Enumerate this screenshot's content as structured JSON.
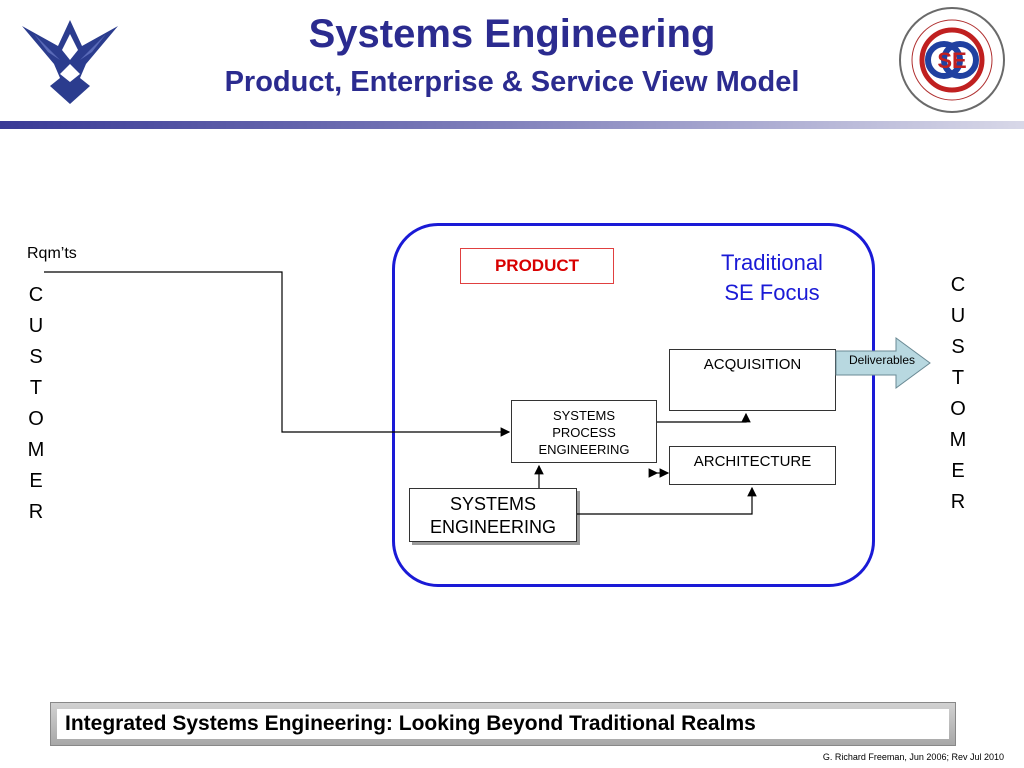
{
  "header": {
    "title": "Systems Engineering",
    "subtitle": "Product, Enterprise & Service View Model",
    "left_logo_icon": "air-force-wings-logo-icon",
    "right_logo_icon": "afit-systems-engineering-seal-icon",
    "right_logo_letters": "SE"
  },
  "diagram": {
    "product_label": "PRODUCT",
    "focus_label": [
      "Traditional",
      "SE Focus"
    ],
    "acquisition_label": "ACQUISITION",
    "architecture_label": "ARCHITECTURE",
    "systems_process_engineering_label": [
      "SYSTEMS",
      "PROCESS",
      "ENGINEERING"
    ],
    "systems_engineering_label": [
      "SYSTEMS",
      "ENGINEERING"
    ],
    "requirements_label": "Rqm’ts",
    "deliverables_label": "Deliverables",
    "customer_left": [
      "C",
      "U",
      "S",
      "T",
      "O",
      "M",
      "E",
      "R"
    ],
    "customer_right": [
      "C",
      "U",
      "S",
      "T",
      "O",
      "M",
      "E",
      "R"
    ]
  },
  "colors": {
    "title": "#2b2b8f",
    "frame": "#1a1ad6",
    "product_text": "#d80000",
    "deliverables_arrow": "#b8d8e0"
  },
  "banner": {
    "text": "Integrated Systems Engineering: Looking Beyond Traditional Realms"
  },
  "footer": {
    "credit": "G. Richard Freeman,  Jun 2006; Rev Jul 2010"
  }
}
